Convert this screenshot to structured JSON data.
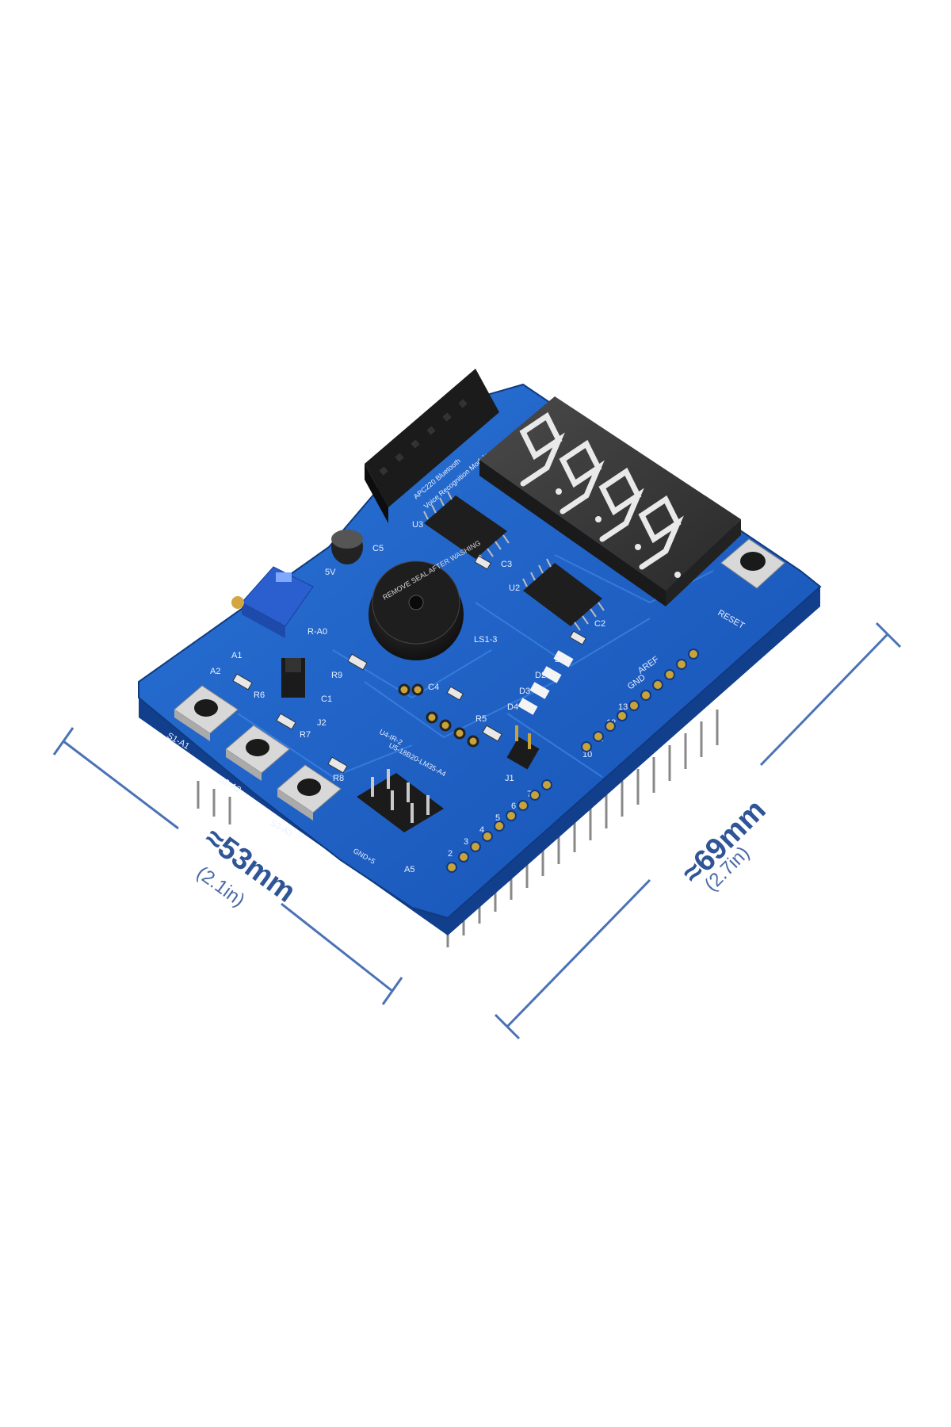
{
  "dimensions": {
    "width_label": "≈53mm",
    "width_sub": "(2.1in)",
    "length_label": "≈69mm",
    "length_sub": "(2.7in)"
  },
  "board": {
    "colors": {
      "pcb": "#1d5fc4",
      "pcb_edge": "#123f8c",
      "display": "#3a3a3a",
      "segment": "#e9e9e9",
      "header": "#1b1b1b",
      "dimension_line": "#4a72b5"
    },
    "silkscreen": {
      "module_line1": "APC220 Bluetooth",
      "module_line2": "Voice Recognition Module",
      "reset": "RESET",
      "buzzer": "LS1-3",
      "buzzer_text": "REMOVE SEAL AFTER WASHING",
      "pot": "R-A0",
      "u3": "U3",
      "u2": "U2",
      "c1": "C1",
      "c2": "C2",
      "c3": "C3",
      "c4": "C4",
      "c5": "C5",
      "j1": "J1",
      "j2": "J2",
      "r5": "R5",
      "r6": "R6",
      "r7": "R7",
      "r8": "R8",
      "r9": "R9",
      "d1": "D1",
      "d2": "D2",
      "d3": "D3",
      "d4": "D4",
      "s1": "S1-A1",
      "s2": "S2-A2",
      "s3": "S3-A3",
      "ir": "U4-IR-2",
      "temp": "U5-18B20-LM35-A4",
      "header_label": "GND+5",
      "aref": "AREF",
      "gnd": "GND",
      "pin13": "13",
      "pin12": "12",
      "pin11": "11",
      "pin10": "10",
      "a1": "A1",
      "a2": "A2",
      "a5": "A5",
      "pin7": "7",
      "pin6": "6",
      "pin5": "5",
      "pin4": "4",
      "pin3": "3",
      "pin2": "2",
      "v5": "5V"
    }
  }
}
